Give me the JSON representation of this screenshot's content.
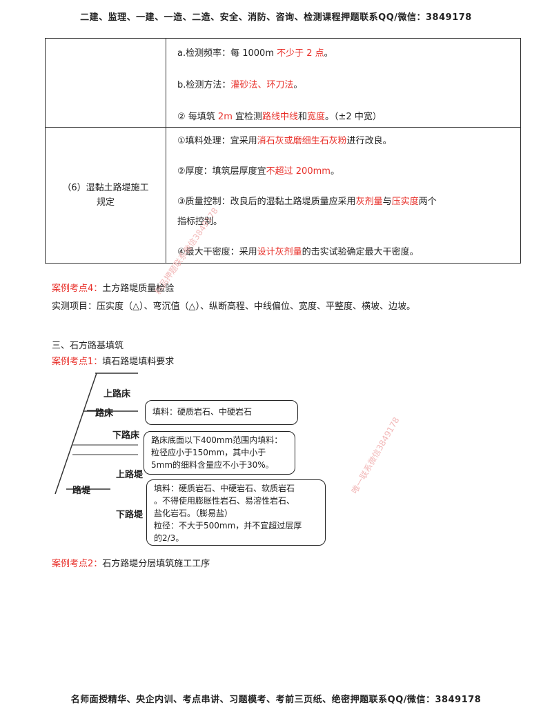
{
  "header": "二建、监理、一建、一造、二造、安全、消防、咨询、检测课程押题联系QQ/微信：3849178",
  "footer": "名师面授精华、央企内训、考点串讲、习题模考、考前三页纸、绝密押题联系QQ/微信：3849178",
  "table": {
    "row1": {
      "line_a": {
        "prefix": "a.检测频率：每 1000m ",
        "red": "不少于 2 点",
        "suffix": "。"
      },
      "line_b": {
        "prefix": "b.检测方法：",
        "red": "灌砂法、环刀法",
        "suffix": "。"
      },
      "line_c": {
        "p1": "②  每填筑 ",
        "r1": "2m",
        "p2": " 宜检测",
        "r2": "路线中线",
        "p3": "和",
        "r3": "宽度",
        "p4": "。（±2 中宽）"
      }
    },
    "row2": {
      "left_label_1": "（6）湿黏土路堤施工",
      "left_label_2": "规定",
      "l1": {
        "p1": "①填料处理：宜采用",
        "r1": "消石灰或磨细生石灰粉",
        "p2": "进行改良。"
      },
      "l2": {
        "p1": "②厚度：填筑层厚度宜",
        "r1": "不超过 200mm",
        "p2": "。"
      },
      "l3": {
        "p1": "③质量控制：改良后的湿黏土路堤质量应采用",
        "r1": "灰剂量",
        "p2": "与",
        "r2": "压实度",
        "p3": "两个"
      },
      "l3b": "指标控制。",
      "l4": {
        "p1": "④最大干密度：采用",
        "r1": "设计灰剂量",
        "p2": "的击实试验确定最大干密度。"
      }
    }
  },
  "case4": {
    "label": "案例考点4：",
    "text": "土方路堤质量检验"
  },
  "measured": "实测项目：压实度（△）、弯沉值（△）、纵断高程、中线偏位、宽度、平整度、横坡、边坡。",
  "section3": "三、石方路基填筑",
  "case1": {
    "label": "案例考点1：",
    "text": "填石路堤填料要求"
  },
  "diagram": {
    "upper_bed": "上路床",
    "bed": "路床",
    "lower_bed": "下路床",
    "upper_emb": "上路堤",
    "emb": "路堤",
    "lower_emb": "下路堤",
    "box1": "填料：硬质岩石、中硬岩石",
    "box2": [
      "路床底面以下400mm范围内填料：",
      "粒径应小于150mm，其中小于",
      "5mm的细料含量应不小于30%。"
    ],
    "box3": [
      "填料：硬质岩石、中硬岩石、软质岩石",
      "。不得使用膨胀性岩石、易溶性岩石、",
      "盐化岩石。（膨易盐）",
      "粒径：不大于500mm，并不宜超过层厚",
      "的2/3。"
    ]
  },
  "case2": {
    "label": "案例考点2：",
    "text": "石方路堤分层填筑施工工序"
  },
  "watermarks": [
    "精品押题联系微信3849178",
    "唯一联系微信3849178"
  ]
}
